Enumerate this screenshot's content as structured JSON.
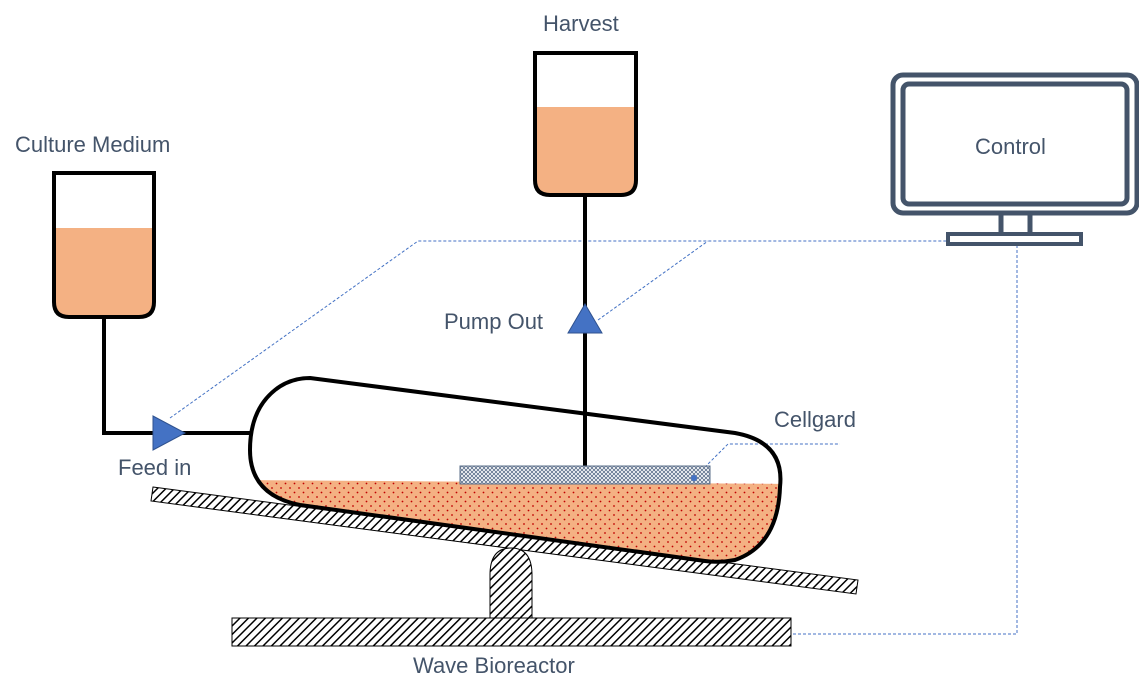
{
  "labels": {
    "culture_medium": "Culture Medium",
    "harvest": "Harvest",
    "control": "Control",
    "pump_out": "Pump Out",
    "feed_in": "Feed in",
    "cellgard": "Cellgard",
    "wave_bioreactor": "Wave Bioreactor"
  },
  "colors": {
    "liquid": "#f4b183",
    "medium_dots": "#c00000",
    "pump": "#4472c4",
    "signal_line": "#4472c4",
    "outline": "#000000",
    "label_text": "#44546a"
  }
}
